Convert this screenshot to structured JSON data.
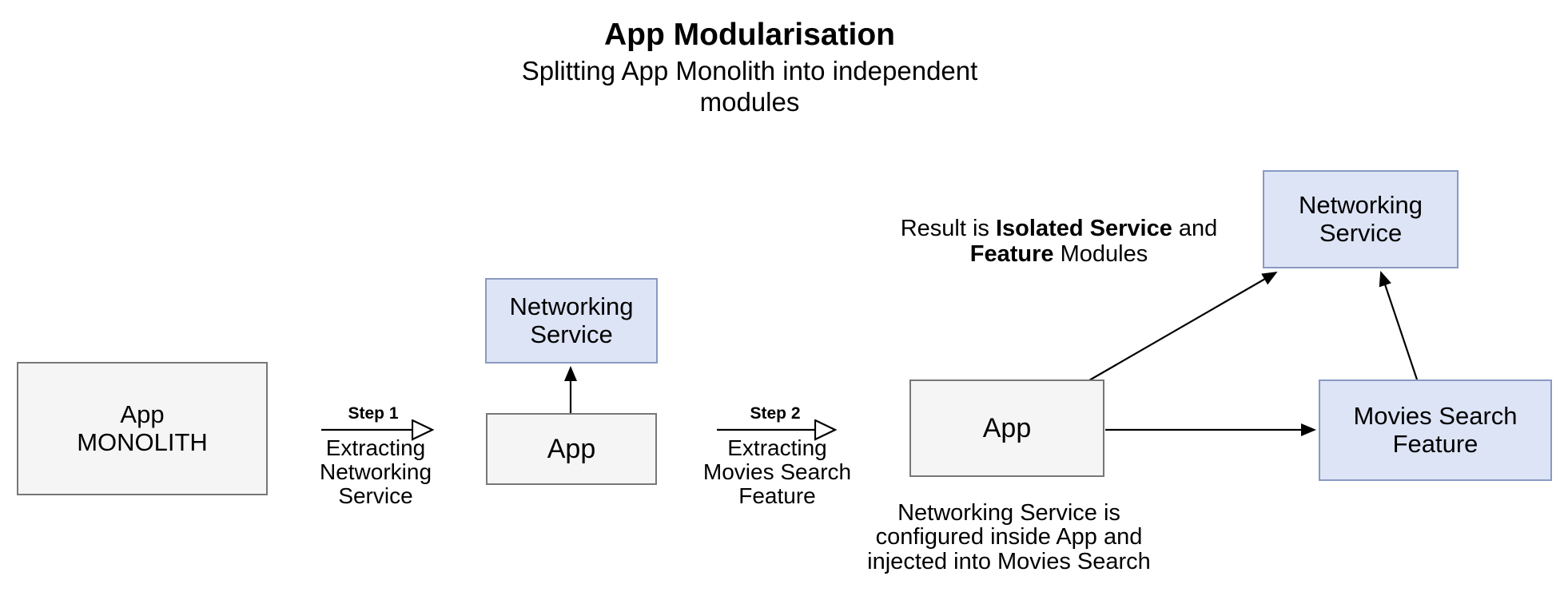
{
  "title": {
    "heading": "App Modularisation",
    "subtitle": "Splitting App Monolith into independent\nmodules"
  },
  "monolith": {
    "label": "App\nMONOLITH"
  },
  "step1": {
    "label": "Step 1",
    "description": "Extracting\nNetworking\nService"
  },
  "stage2": {
    "networking_label": "Networking\nService",
    "app_label": "App"
  },
  "step2": {
    "label": "Step 2",
    "description": "Extracting\nMovies Search\nFeature"
  },
  "stage3": {
    "result": {
      "prefix": "Result is ",
      "bold_service": "Isolated Service",
      "middle": " and",
      "bold_feature": "Feature",
      "suffix": " Modules"
    },
    "app_label": "App",
    "networking_label": "Networking\nService",
    "movies_label": "Movies Search\nFeature",
    "note": "Networking Service is\nconfigured inside App and\ninjected into Movies Search"
  },
  "colors": {
    "module_fill": "#dde4f5",
    "module_border": "#8a99c2",
    "plain_fill": "#f5f5f5",
    "plain_border": "#777777",
    "arrow": "#000000",
    "text": "#000000",
    "background": "#ffffff"
  }
}
